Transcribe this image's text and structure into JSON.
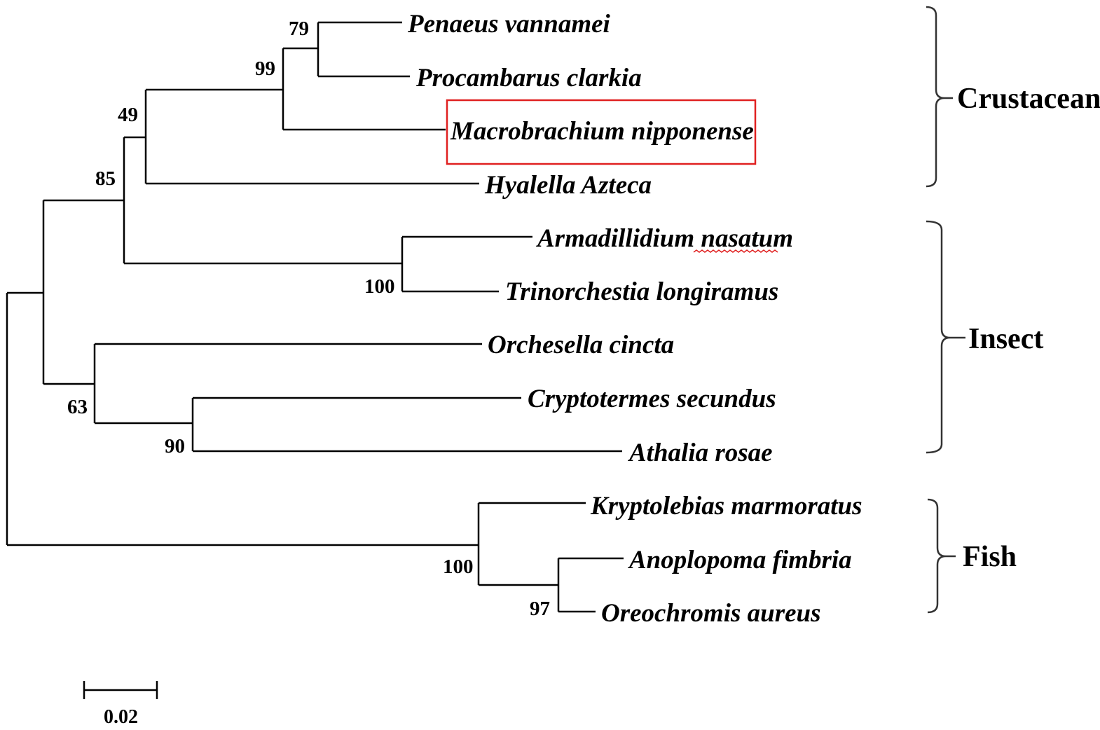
{
  "taxa": {
    "penaeus": "Penaeus vannamei",
    "procambarus": "Procambarus clarkia",
    "macrobrachium": "Macrobrachium nipponense",
    "hyalella": "Hyalella Azteca",
    "armadillidium": "Armadillidium nasatum",
    "trinorchestia": "Trinorchestia longiramus",
    "orchesella": "Orchesella cincta",
    "cryptotermes": "Cryptotermes secundus",
    "athalia": "Athalia rosae",
    "kryptolebias": "Kryptolebias marmoratus",
    "anoplopoma": "Anoplopoma fimbria",
    "oreochromis": "Oreochromis aureus"
  },
  "bootstrap": {
    "n79": "79",
    "n99": "99",
    "n49": "49",
    "n85": "85",
    "n100a": "100",
    "n63": "63",
    "n90": "90",
    "n100b": "100",
    "n97": "97"
  },
  "groups": {
    "crustacean": "Crustacean",
    "insect": "Insect",
    "fish": "Fish"
  },
  "scale_bar": {
    "label": "0.02"
  },
  "highlight": {
    "taxon": "Macrobrachium nipponense",
    "color": "#e02020"
  }
}
